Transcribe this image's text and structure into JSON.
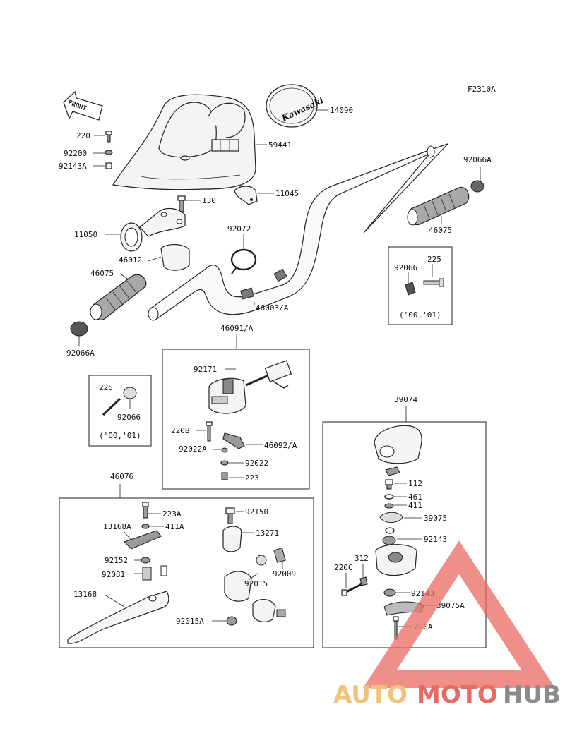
{
  "diagram": {
    "figure_code": "F2310A",
    "front_arrow": "FRONT",
    "logo_cover": "Kawasaki",
    "part_labels": {
      "p14090": "14090",
      "p59441": "59441",
      "p220": "220",
      "p92200": "92200",
      "p92143A": "92143A",
      "p11045": "11045",
      "p130": "130",
      "p11050": "11050",
      "p92072": "92072",
      "p46012": "46012",
      "p46075_left": "46075",
      "p46003A": "46003/A",
      "p92066A_left": "92066A",
      "p92066A_right": "92066A",
      "p46075_right": "46075",
      "p225_boxR": "225",
      "p92066_boxR": "92066",
      "p225_boxL": "225",
      "p92066_boxL": "92066",
      "p46091A": "46091/A",
      "p92171": "92171",
      "p220B": "220B",
      "p92022A": "92022A",
      "p46092A": "46092/A",
      "p92022": "92022",
      "p223": "223",
      "p39074": "39074",
      "p112": "112",
      "p461": "461",
      "p411": "411",
      "p39075": "39075",
      "p92143": "92143",
      "p312": "312",
      "p220C": "220C",
      "p92143b": "92143",
      "p39075A": "39075A",
      "p220A": "220A",
      "p46076": "46076",
      "p223A": "223A",
      "p92150": "92150",
      "p13168A": "13168A",
      "p411A": "411A",
      "p13271": "13271",
      "p92152": "92152",
      "p92081": "92081",
      "p92009": "92009",
      "p92015": "92015",
      "p13168": "13168",
      "p92015A": "92015A"
    },
    "year_note_right": "('00,'01)",
    "year_note_left": "('00,'01)"
  },
  "watermark": {
    "part1": "AUTO",
    "part2": "MOTO",
    "part3": "HUB",
    "colors": {
      "auto": "#f2c27a",
      "moto": "#e86a62",
      "hub": "#8a8a8a",
      "triangle": "#e86a62"
    }
  }
}
